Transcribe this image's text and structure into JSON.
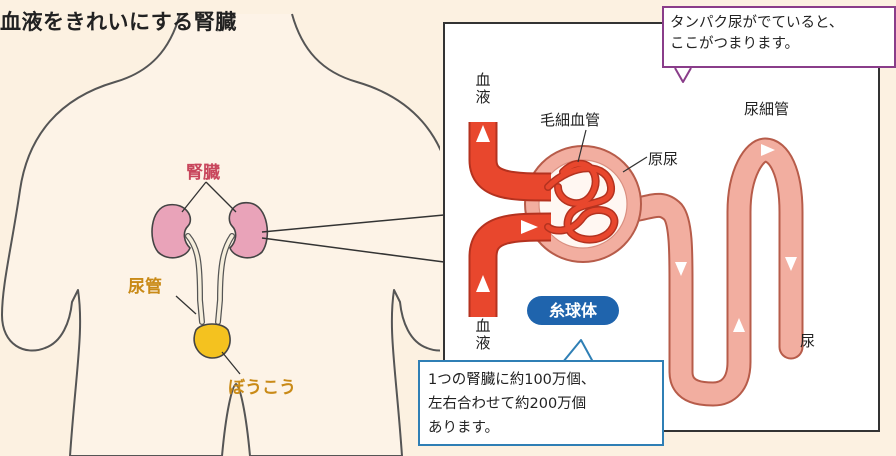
{
  "title": "血液をきれいにする腎臓",
  "body_labels": {
    "kidney": "腎臓",
    "ureter": "尿管",
    "bladder": "ぼうこう"
  },
  "detail": {
    "blood_top": "血液",
    "blood_bottom": "血液",
    "capillary": "毛細血管",
    "primary_urine": "原尿",
    "renal_tubule": "尿細管",
    "urine": "尿",
    "glomerulus": "糸球体"
  },
  "callout_top": [
    "タンパク尿がでていると、",
    "ここがつまります。"
  ],
  "callout_bottom": [
    "1つの腎臓に約100万個、",
    "左右合わせて約200万個",
    "あります。"
  ],
  "colors": {
    "background": "#fcf1e1",
    "kidney": "#e9a3b9",
    "kidney_label": "#c8465c",
    "ureter_label": "#c98a17",
    "bladder": "#f4c21f",
    "vessel": "#e8472d",
    "tubule": "#f2aea0",
    "callout_top_border": "#8a3d8a",
    "callout_bottom_border": "#2f7fb5",
    "badge": "#1f64ad"
  }
}
